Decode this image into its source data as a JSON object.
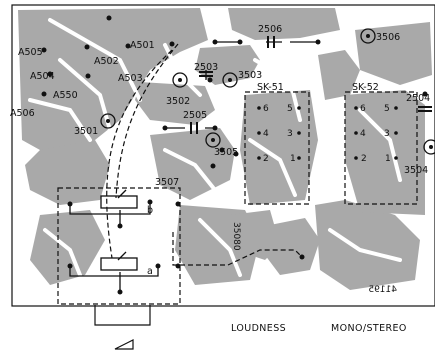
{
  "diagram": {
    "components": {
      "a505": "A505",
      "a501": "A501",
      "a502": "A502",
      "a503": "A503",
      "a504": "A504",
      "a550": "A550",
      "a506": "A506",
      "c2506": "2506",
      "c2503": "2503",
      "c2505": "2505",
      "c2504": "2504",
      "p3506": "3506",
      "p3503": "3503",
      "p3502": "3502",
      "p3501": "3501",
      "p3505": "3505",
      "p3507": "3507",
      "p3504": "3504"
    },
    "sockets": {
      "sk51": {
        "label": "SK-51",
        "pins": [
          "6",
          "5",
          "4",
          "3",
          "2",
          "1"
        ]
      },
      "sk52": {
        "label": "SK-52",
        "pins": [
          "6",
          "5",
          "4",
          "3",
          "2",
          "1"
        ]
      }
    },
    "pot_sections": {
      "upper": "b",
      "lower": "a"
    },
    "board_codes": {
      "vertical": "35080",
      "mirrored": "41195"
    },
    "footer": {
      "loudness": "LOUDNESS",
      "mono_stereo": "MONO/STEREO"
    },
    "colors": {
      "copper": "#a9a9a9",
      "ink": "#111111",
      "board": "#ffffff"
    }
  }
}
